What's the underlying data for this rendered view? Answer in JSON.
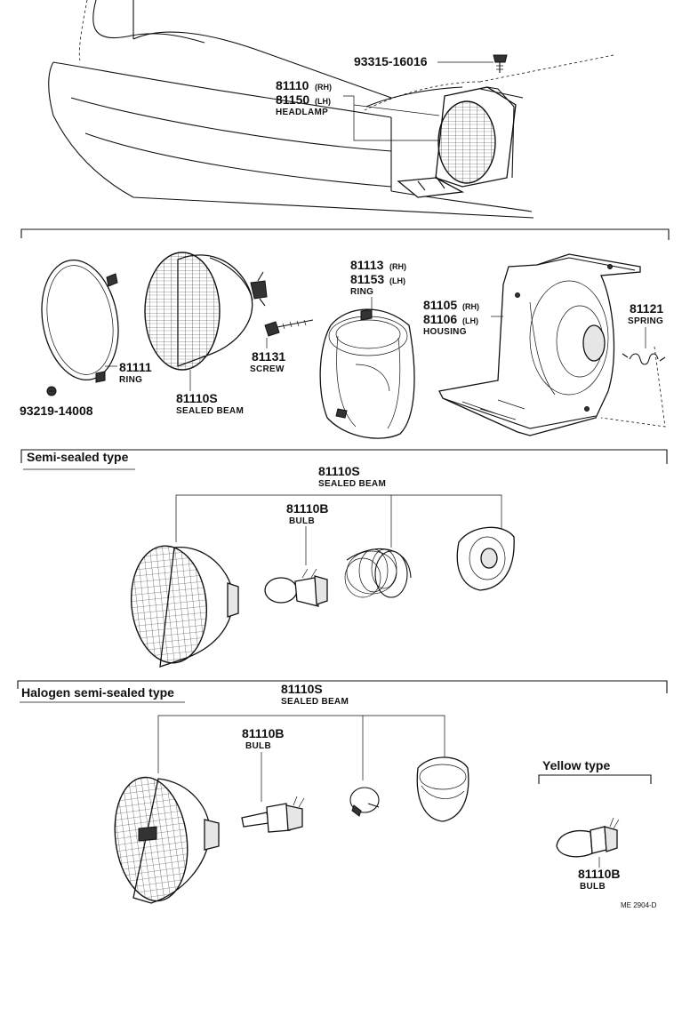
{
  "vehicle_callouts": {
    "bolt_pn": "93315-16016",
    "headlamp_rh": "81110",
    "headlamp_rh_suffix": "(RH)",
    "headlamp_lh": "81150",
    "headlamp_lh_suffix": "(LH)",
    "headlamp_name": "HEADLAMP"
  },
  "exploded_section": {
    "ring_pn": "81111",
    "ring_name": "RING",
    "nut_pn": "93219-14008",
    "sealed_beam_pn": "81110S",
    "sealed_beam_name": "SEALED BEAM",
    "screw_pn": "81131",
    "screw_name": "SCREW",
    "ring2_rh": "81113",
    "ring2_rh_suffix": "(RH)",
    "ring2_lh": "81153",
    "ring2_lh_suffix": "(LH)",
    "ring2_name": "RING",
    "housing_rh": "81105",
    "housing_rh_suffix": "(RH)",
    "housing_lh": "81106",
    "housing_lh_suffix": "(LH)",
    "housing_name": "HOUSING",
    "spring_pn": "81121",
    "spring_name": "SPRING"
  },
  "semi_sealed_section": {
    "title": "Semi-sealed type",
    "sealed_beam_pn": "81110S",
    "sealed_beam_name": "SEALED BEAM",
    "bulb_pn": "81110B",
    "bulb_name": "BULB"
  },
  "halogen_section": {
    "title": "Halogen semi-sealed type",
    "sealed_beam_pn": "81110S",
    "sealed_beam_name": "SEALED BEAM",
    "bulb_pn": "81110B",
    "bulb_name": "BULB"
  },
  "yellow_section": {
    "title": "Yellow type",
    "bulb_pn": "81110B",
    "bulb_name": "BULB"
  },
  "drawing_code": "ME 2904-D"
}
